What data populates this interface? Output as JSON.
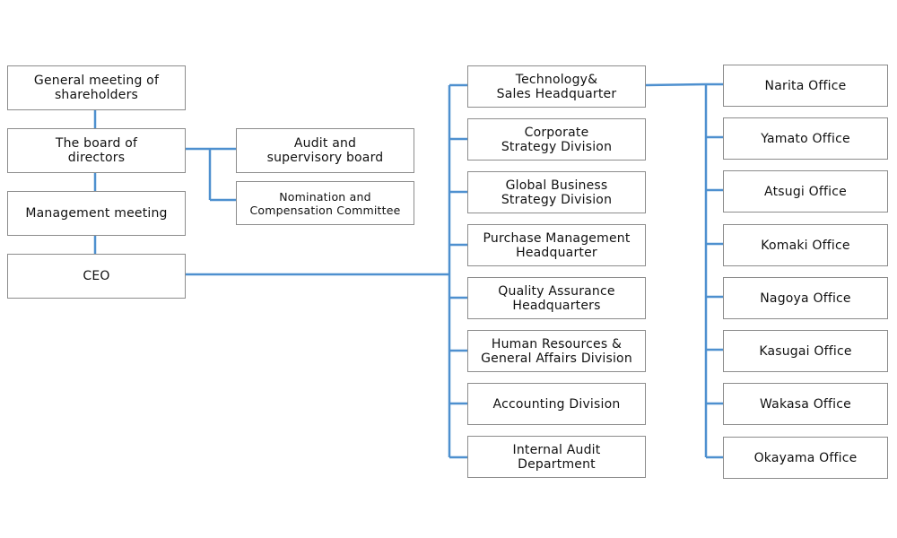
{
  "governance": {
    "shareholders": "General meeting of\nshareholders",
    "board": "The board of\ndirectors",
    "management": "Management meeting",
    "ceo": "CEO",
    "audit_board": "Audit and\nsupervisory board",
    "nomination": "Nomination and\nCompensation Committee"
  },
  "divisions": [
    "Technology&\nSales Headquarter",
    "Corporate\nStrategy Division",
    "Global Business\nStrategy  Division",
    "Purchase Management\nHeadquarter",
    "Quality Assurance\nHeadquarters",
    "Human Resources &\nGeneral Affairs Division",
    "Accounting  Division",
    "Internal Audit\nDepartment"
  ],
  "offices": [
    "Narita  Office",
    "Yamato  Office",
    "Atsugi  Office",
    "Komaki  Office",
    "Nagoya  Office",
    "Kasugai Office",
    "Wakasa Office",
    "Okayama  Office"
  ],
  "colors": {
    "connector": "#4e90cf",
    "box_border": "#8c8c8c"
  }
}
